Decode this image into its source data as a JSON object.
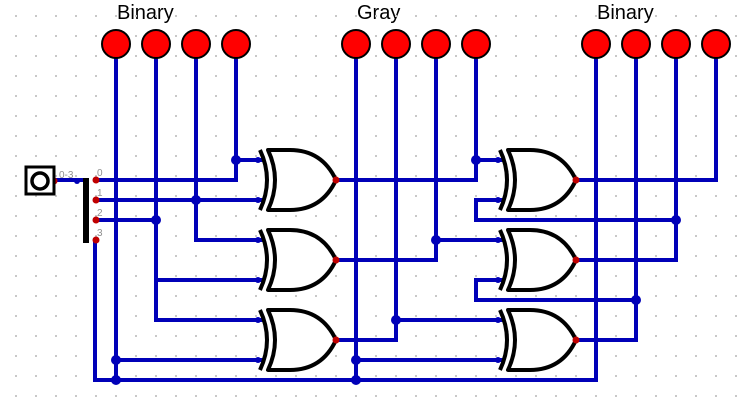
{
  "circuit": {
    "title": "Binary to Gray to Binary converter",
    "labels": {
      "left_group": "Binary",
      "middle_group": "Gray",
      "right_group": "Binary"
    },
    "input_pin": {
      "name": "input-pin",
      "bit_range_label": "0-3"
    },
    "splitter": {
      "output_labels": [
        "0",
        "1",
        "2",
        "3"
      ]
    },
    "led_groups": [
      {
        "name": "binary-in-leds",
        "count": 4,
        "state": "on"
      },
      {
        "name": "gray-leds",
        "count": 4,
        "state": "on"
      },
      {
        "name": "binary-out-leds",
        "count": 4,
        "state": "on"
      }
    ],
    "gates": [
      {
        "id": "xor-1",
        "type": "XOR",
        "stage": "binary-to-gray"
      },
      {
        "id": "xor-2",
        "type": "XOR",
        "stage": "binary-to-gray"
      },
      {
        "id": "xor-3",
        "type": "XOR",
        "stage": "binary-to-gray"
      },
      {
        "id": "xor-4",
        "type": "XOR",
        "stage": "gray-to-binary"
      },
      {
        "id": "xor-5",
        "type": "XOR",
        "stage": "gray-to-binary"
      },
      {
        "id": "xor-6",
        "type": "XOR",
        "stage": "gray-to-binary"
      }
    ],
    "colors": {
      "wire": "#0000b8",
      "led_on": "#ff0000",
      "port": "#c00000",
      "grid_dot": "#c8c8c8",
      "gate": "#000000",
      "splitter_label": "#909090"
    }
  }
}
